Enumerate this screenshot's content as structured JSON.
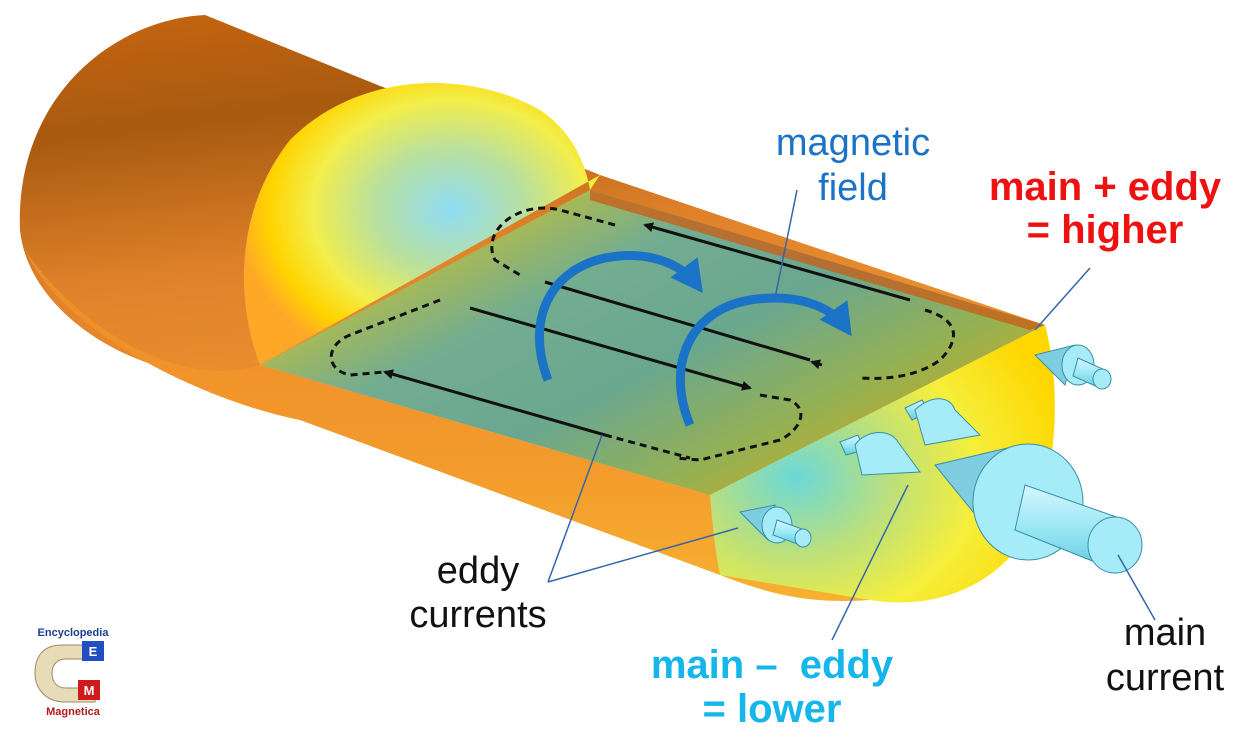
{
  "labels": {
    "magnetic_field": [
      "magnetic",
      "field"
    ],
    "main_plus_eddy": [
      "main + eddy",
      "= higher"
    ],
    "eddy_currents": [
      "eddy",
      "currents"
    ],
    "main_minus_eddy": [
      "main –  eddy",
      "= lower"
    ],
    "main_current": [
      "main",
      "current"
    ]
  },
  "logo": {
    "top": "Encyclopedia",
    "letter_e": "E",
    "letter_m": "M",
    "bottom": "Magnetica"
  },
  "colors": {
    "copper_dark": "#a85a10",
    "copper_light": "#e58a28",
    "cut_face_hot": "#ffd700",
    "cut_face_cool": "#6ab0a0",
    "field_arrow": "#1a73c6",
    "higher_label": "#ee1111",
    "lower_label": "#15b6ea",
    "current_arrow_fill": "#9be8f5"
  }
}
